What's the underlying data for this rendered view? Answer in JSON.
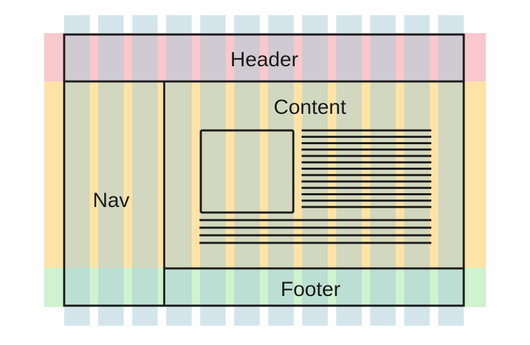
{
  "diagram": {
    "regions": {
      "header": {
        "label": "Header",
        "color": "#f8c8cc"
      },
      "nav": {
        "label": "Nav",
        "color": "#fde3a6"
      },
      "content": {
        "label": "Content",
        "color": "#fde3a6"
      },
      "footer": {
        "label": "Footer",
        "color": "#cff2cf"
      }
    },
    "grid": {
      "column_count": 12,
      "column_color": "#a8ccd8"
    },
    "content_block": {
      "text_lines_beside_box": 13,
      "text_lines_full_width": 4
    },
    "colors": {
      "stroke": "#1a1a1a",
      "text": "#1a1a1a"
    }
  }
}
